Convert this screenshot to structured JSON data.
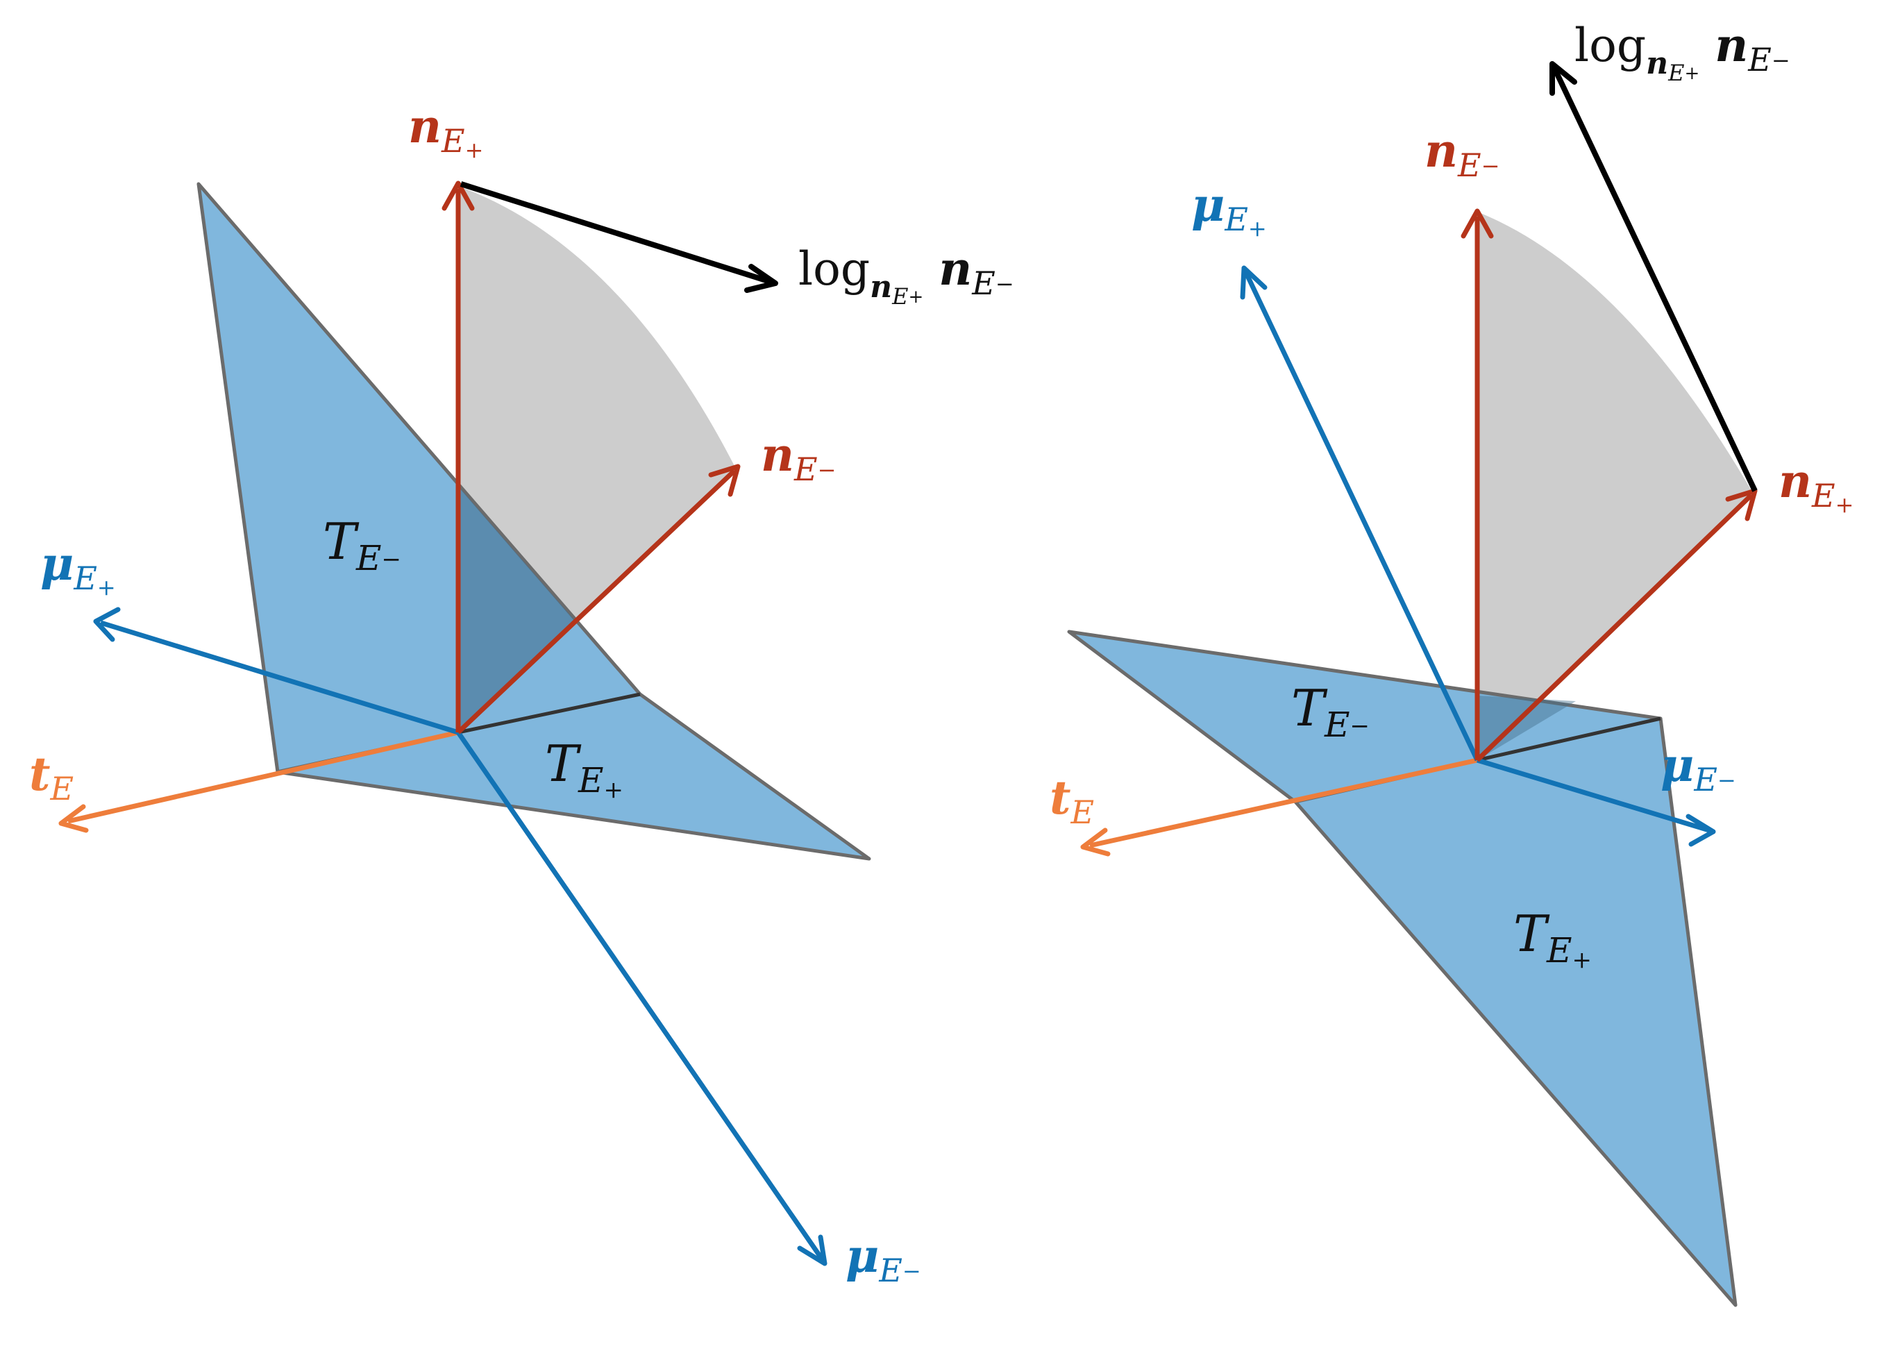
{
  "colors": {
    "plane_fill": "#6aaad7",
    "plane_stroke": "#6b6b6b",
    "normal": "#b5341a",
    "conormal": "#1273b5",
    "tangent": "#ee7d3b",
    "log": "#000000",
    "arc_fill": "#cdcdcd",
    "text_dark": "#111111"
  },
  "labels": {
    "n_sym": "n",
    "mu_sym": "μ",
    "t_sym": "t",
    "T_sym": "T",
    "E_sub": "E",
    "plus": "+",
    "minus": "−",
    "log_word": "log"
  },
  "panels": [
    {
      "id": "left",
      "normal_top": "n_E+",
      "normal_side": "n_E-",
      "conormal_upper": "μ_E+",
      "conormal_lower": "μ_E-",
      "tangent": "t_E",
      "triangles": [
        "T_E-",
        "T_E+"
      ],
      "log_map": "log_{n_E+} n_E-"
    },
    {
      "id": "right",
      "normal_top": "n_E-",
      "normal_side": "n_E+",
      "conormal_upper": "μ_E+",
      "conormal_lower": "μ_E-",
      "tangent": "t_E",
      "triangles": [
        "T_E-",
        "T_E+"
      ],
      "log_map": "log_{n_E+} n_E-"
    }
  ]
}
